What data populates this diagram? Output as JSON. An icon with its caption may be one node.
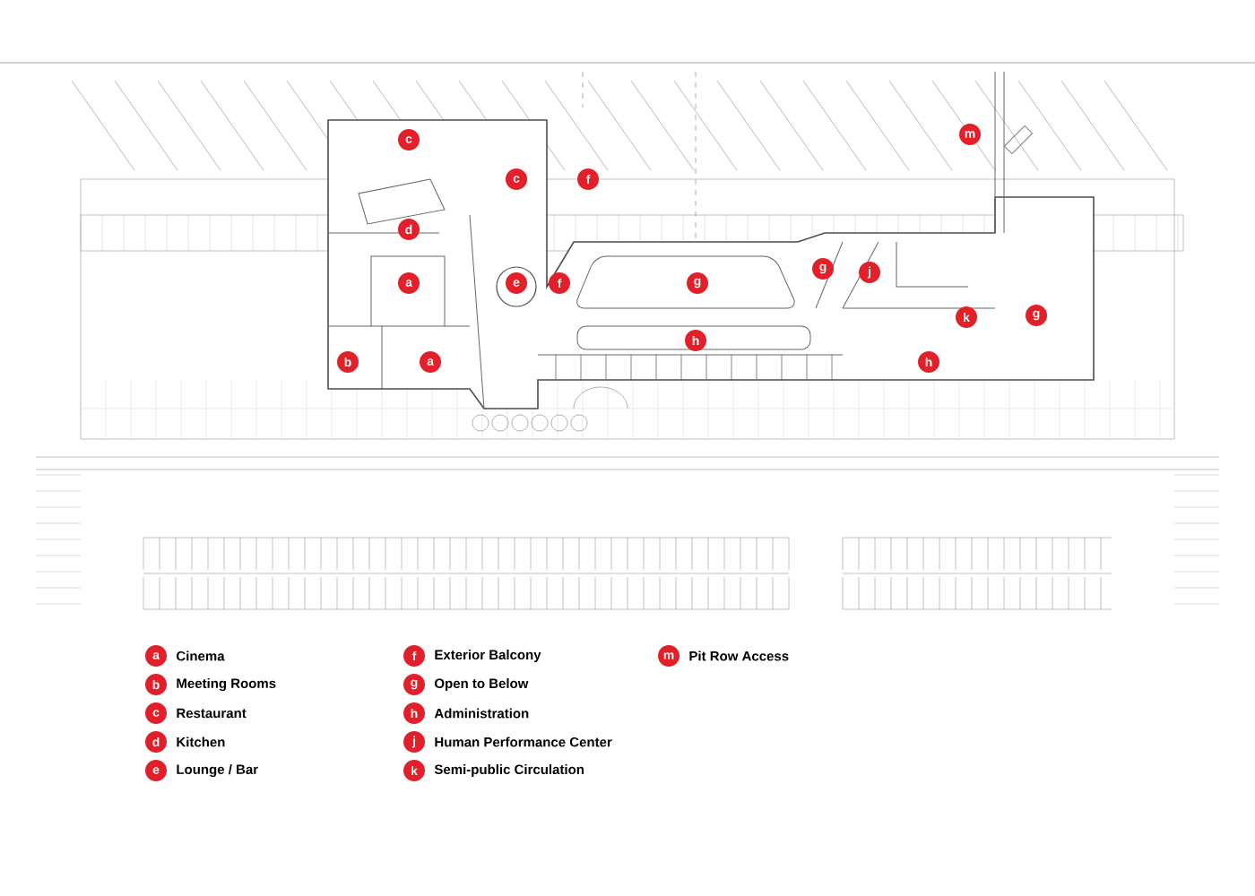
{
  "diagram": {
    "labels": [
      "c",
      "m",
      "c",
      "f",
      "d",
      "g",
      "j",
      "a",
      "e",
      "f",
      "g",
      "k",
      "g",
      "h",
      "b",
      "a",
      "h",
      "a",
      "b",
      "c",
      "d",
      "e",
      "f",
      "g",
      "h",
      "j",
      "k",
      "m"
    ],
    "legend": [
      {
        "text": "Cinema"
      },
      {
        "text": "Meeting Rooms"
      },
      {
        "text": "Restaurant"
      },
      {
        "text": "Kitchen"
      },
      {
        "text": "Lounge / Bar"
      },
      {
        "text": "Exterior Balcony"
      },
      {
        "text": "Open to Below"
      },
      {
        "text": "Administration"
      },
      {
        "text": "Human Performance Center"
      },
      {
        "text": "Semi-public Circulation"
      },
      {
        "text": "Pit Row Access"
      }
    ]
  }
}
